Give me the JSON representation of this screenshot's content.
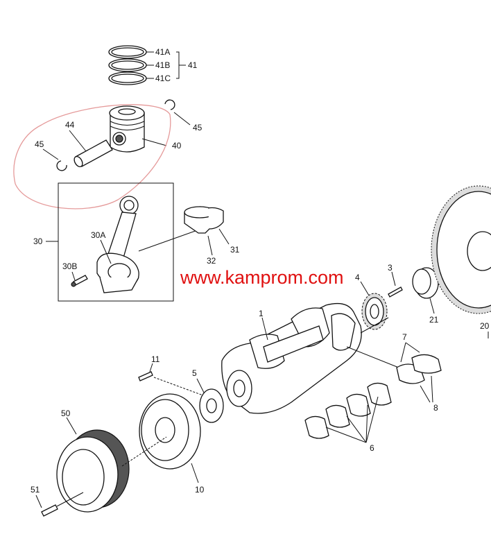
{
  "diagram": {
    "watermark": "www.kamprom.com",
    "accent_color": "#e01010",
    "sketch_color": "#e59a9a",
    "labels": {
      "l41A": "41A",
      "l41B": "41B",
      "l41C": "41C",
      "l41": "41",
      "l45a": "45",
      "l44": "44",
      "l45b": "45",
      "l40": "40",
      "l30": "30",
      "l30A": "30A",
      "l30B": "30B",
      "l31": "31",
      "l32": "32",
      "l3": "3",
      "l4": "4",
      "l21": "21",
      "l20": "20",
      "l1": "1",
      "l7": "7",
      "l8": "8",
      "l11": "11",
      "l5": "5",
      "l6": "6",
      "l50": "50",
      "l10": "10",
      "l51": "51"
    }
  }
}
